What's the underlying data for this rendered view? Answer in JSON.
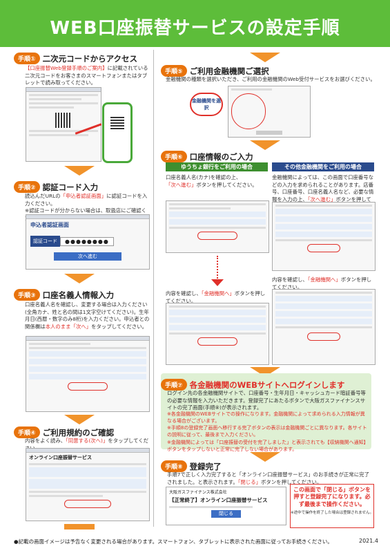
{
  "title": "WEB口座振替サービスの設定手順",
  "steps": [
    {
      "badge": "手順①",
      "title": "二次元コードからアクセス",
      "text_red": "【口座振替Web登録手順のご案内】",
      "text": "に記載されている二次元コードをお客さまのスマートフォンまたはタブレットで読み取ってください。"
    },
    {
      "badge": "手順②",
      "title": "認証コード入力",
      "text_pre": "読込んだURLの",
      "text_red": "「申込者認証画面」",
      "text": "に認証コードを入力ください。",
      "note": "※認証コードが分からない場合は、取扱店にご確認ください。",
      "screen_title": "申込者認証画面",
      "screen_label": "認証コード",
      "screen_button": "次へ進む"
    },
    {
      "badge": "手順③",
      "title": "口座名義人情報入力",
      "text": "口座名義人名を確認し、変更する場合は入力ください(全角カナ、姓と名の間は1文字空けてください)。生年月日(西暦・数字のみ8桁)を入力ください。申込者との関係欄は",
      "text_red": "本人のまま",
      "text_red2": "「次へ」",
      "text_end": "をタップしてください。"
    },
    {
      "badge": "手順④",
      "title": "ご利用規約のご確認",
      "text_pre": "内容をよく読み、",
      "text_red": "「同意する(次へ)」",
      "text": "をタップしてください。",
      "screen_title": "オンライン口座振替サービス"
    },
    {
      "badge": "手順⑤",
      "title": "ご利用金融機関ご選択",
      "text": "金融機関の種類を選択いただき、ご利用の金融機関のWeb受付サービスをお選びください。",
      "callout": "金融機関を選択"
    },
    {
      "badge": "手順⑥",
      "title": "口座情報のご入力",
      "band_left": "ゆうちょ銀行をご利用の場合",
      "band_right": "その他金融機関をご利用の場合",
      "left_text": "口座名義人名(カナ)を確認の上、",
      "left_red": "「次へ進む」",
      "left_text2": "ボタンを押してください。",
      "right_text": "金融機関によっては、この画面で口座番号などの入力を求められることがあります。店番号、口座番号、口座名義人名など、必要な情報を入力の上、",
      "right_red": "「次へ進む」",
      "right_text2": "ボタンを押してください。",
      "left_text3": "内容を確認し、",
      "left_red3": "「金融機関へ」",
      "left_text4": "ボタンを押してください。",
      "right_text3": "内容を確認し、",
      "right_red3": "「金融機関へ」",
      "right_text4": "ボタンを押してください。"
    },
    {
      "badge": "手順⑦",
      "title": "各金融機関のWEBサイトへログインします",
      "text": "ログイン先の各金融機関サイトで、口座番号・生年月日・キャッシュカード暗証番号等の必要な情報を入力いただきます。登録完了にあたるボタンで大阪ガスファイナンスサイトの完了画面(手順⑧)が表示されます。",
      "note1": "※各金融機関のWEBサイトでの操作になります。金融機関によって求められる入力情報が異なる場合がございます。",
      "note2": "※手順8の登録完了画面へ移行する完了ボタンの表示は金融機関ごとに異なります。各サイトの説明に従って、最後まで入力ください。",
      "note3": "※金融機関によっては「口座振替の受付を完了しました」と表示されても【収納機関へ通知】ボタンをタップしないと正常に完了しない場合があります。"
    },
    {
      "badge": "手順⑧",
      "title": "登録完了",
      "text": "手順7で正しく入力完了すると「オンライン口座振替サービス」のお手続きが正常に完了されました。と表示されます。",
      "text_red": "「閉じる」",
      "text_end": "ボタンを押してください。",
      "screen_company": "大阪ガスファイナンス株式会社",
      "screen_title": "【正常終了】オンライン口座振替サービス",
      "screen_button": "閉じる",
      "warn": "この画面で「閉じる」ボタンを押すと登録完了になります。必ず最後まで操作ください。",
      "warn_note": "※途中で操作を終了した場合は登録されません。"
    }
  ],
  "footer": "●記載の画面イメージは予告なく変更される場合があります。スマートフォン、タブレットに表示された画面に従ってお手続きください。",
  "date": "2021.4",
  "colors": {
    "header": "#5dbd3a",
    "badge": "#e8730c",
    "arrow": "#f1932b",
    "red": "#e0302a"
  }
}
